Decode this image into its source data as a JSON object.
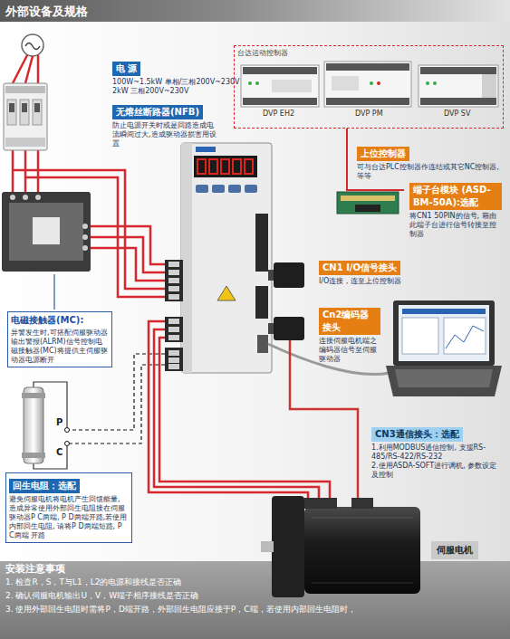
{
  "diagram": {
    "title": "外部设备及规格",
    "nodes": [
      {
        "text": [
          "电 源",
          "100W~1.5kW 单相/三相200V~230V 2kW 三相200V~230V"
        ]
      },
      {
        "text": [
          "无熔丝断路器(NFB)",
          "防止电源开关时或是回路造成电流瞬间过大,造成驱动器损害用设置"
        ]
      },
      {
        "text": [
          "电磁接触器(MC):",
          "异警发生时,可搭配伺服驱动器输出警报(ALRM)信号控制电磁接触器(MC)将提供主伺服驱动器电源断开"
        ]
      },
      {
        "text": [
          "台达运动控制器"
        ]
      },
      {
        "text": [
          "上位控制器",
          "可与台达PLC控制器作连结或其它NC控制器, 等等"
        ]
      },
      {
        "text": [
          "端子台模块 (ASD-BM-50A):选配",
          "将CN1 50PIN的信号, 藉由此端子台进行信号转接至控制器"
        ]
      },
      {
        "text": [
          "CN1 I/O信号接头",
          "I/O连接，连至上位控制器"
        ]
      },
      {
        "text": [
          "Cn2编码器接头",
          "连接伺服电机端之编码器信号至伺服驱动器"
        ]
      },
      {
        "text": [
          "CN3通信接头：选配",
          "1.利用MODBUS通信控制, 支援RS-485/RS-422/RS-232",
          "2.使用ASDA-SOFT进行调机, 参数设定及控制"
        ]
      },
      {
        "text": [
          "回生电阻：选配",
          "避免伺服电机将电机产生回馈能量, 造成异常使用外部回生电阻接在伺服驱动器P C两端, P D两端开路,若使用内部回生电阻, 请将P D两端短路, P C两端 开路"
        ]
      },
      {
        "text": [
          "伺服电机"
        ]
      },
      {
        "text": [
          "安装注意事项",
          "1. 检查R，S，T与L1，L2的电源和接线是否正确",
          "2. 确认伺服电机输出U，V，W端子相序接线是否正确",
          "3. 使用外部回生电阻时需将P，D端开路，外部回生电阻应接于P，C端，若使用内部回生电阻时，"
        ]
      }
    ],
    "edges": [
      {
        "from": 3,
        "to": 5,
        "arrow": "none"
      }
    ],
    "labels": [
      "DVP EH2",
      "DVP PM",
      "DVP SV",
      "P",
      "C"
    ]
  }
}
